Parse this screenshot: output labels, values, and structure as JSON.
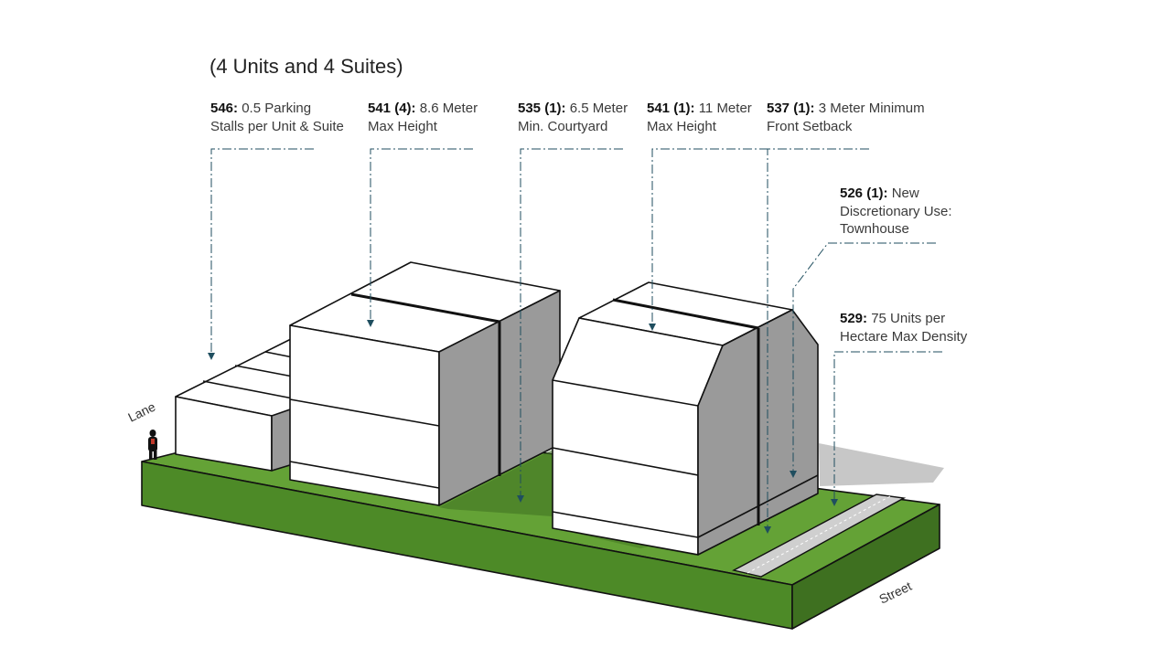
{
  "subtitle": "(4 Units and 4 Suites)",
  "annotations": [
    {
      "bold": "546:",
      "text": "0.5 Parking\nStalls per Unit & Suite"
    },
    {
      "bold": "541 (4):",
      "text": "8.6 Meter\nMax Height"
    },
    {
      "bold": "535 (1):",
      "text": "6.5 Meter\nMin. Courtyard"
    },
    {
      "bold": "541 (1):",
      "text": "11 Meter\nMax Height"
    },
    {
      "bold": "537 (1):",
      "text": "3 Meter Minimum\nFront Setback"
    },
    {
      "bold": "526 (1):",
      "text": "New\nDiscretionary Use:\nTownhouse"
    },
    {
      "bold": "529:",
      "text": "75 Units per\nHectare Max Density"
    }
  ],
  "labels": {
    "lane": "Lane",
    "street": "Street"
  },
  "colors": {
    "grass_top": "#64a236",
    "grass_front": "#4d8a27",
    "grass_side": "#3e7020",
    "wall_light": "#ffffff",
    "wall_shade": "#9a9a9a",
    "shadow": "#bdbdbd",
    "leader": "#1f4e5f",
    "sidewalk": "#cfcfcf"
  },
  "icons": {
    "person": "person-figure-icon"
  }
}
